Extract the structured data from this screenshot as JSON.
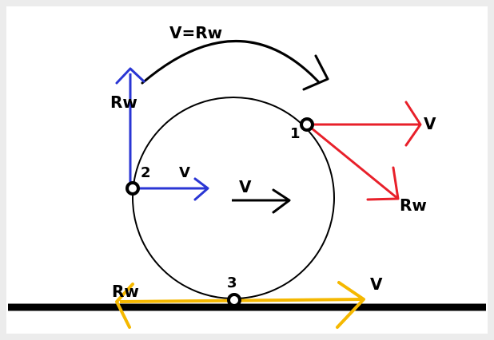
{
  "labels": {
    "rotation": "V=Rw",
    "point1_name": "1",
    "point1_v": "V",
    "point1_rw": "Rw",
    "point2_name": "2",
    "point2_rw": "Rw",
    "point2_v": "V",
    "center_v": "V",
    "point3_name": "3",
    "point3_rw": "Rw",
    "point3_v": "V"
  },
  "colors": {
    "background": "#ffffff",
    "frame": "#ececec",
    "outline": "#000000",
    "point1": "#e8202a",
    "point2": "#2a36d4",
    "point3": "#f5b800"
  }
}
